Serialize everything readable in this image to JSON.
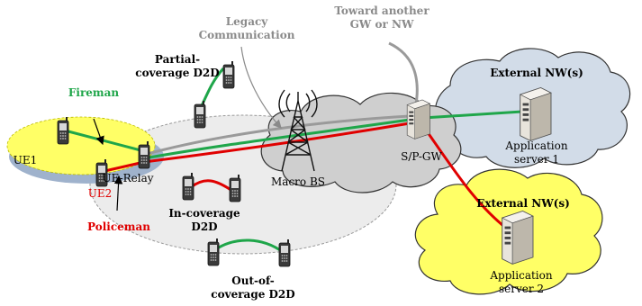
{
  "labels": {
    "legacy_line1": "Legacy",
    "legacy_line2": "Communication",
    "toward_line1": "Toward another",
    "toward_line2": "GW or NW",
    "partial_line1": "Partial-",
    "partial_line2": "coverage D2D",
    "fireman": "Fireman",
    "ue1": "UE1",
    "ue2": "UE2",
    "ue_relay": "UE-Relay",
    "policeman": "Policeman",
    "macro_bs": "Macro BS",
    "sp_gw": "S/P-GW",
    "external_nw_1": "External NW(s)",
    "app_server1_line1": "Application",
    "app_server1_line2": "server 1",
    "external_nw_2": "External NW(s)",
    "app_server2_line1": "Application",
    "app_server2_line2": "server 2",
    "in_cov_line1": "In-coverage",
    "in_cov_line2": "D2D",
    "out_cov_line1": "Out-of-",
    "out_cov_line2": "coverage D2D"
  },
  "colors": {
    "fireman": "#1fa64a",
    "policeman": "#e00000",
    "legacy": "#9a9a9a",
    "cloud_core": "#cfcfcf",
    "cloud_external_1": "#d2dce8",
    "cloud_external_2": "#ffff66",
    "ue_area": "#ffff66",
    "coverage_area": "#ececec"
  }
}
